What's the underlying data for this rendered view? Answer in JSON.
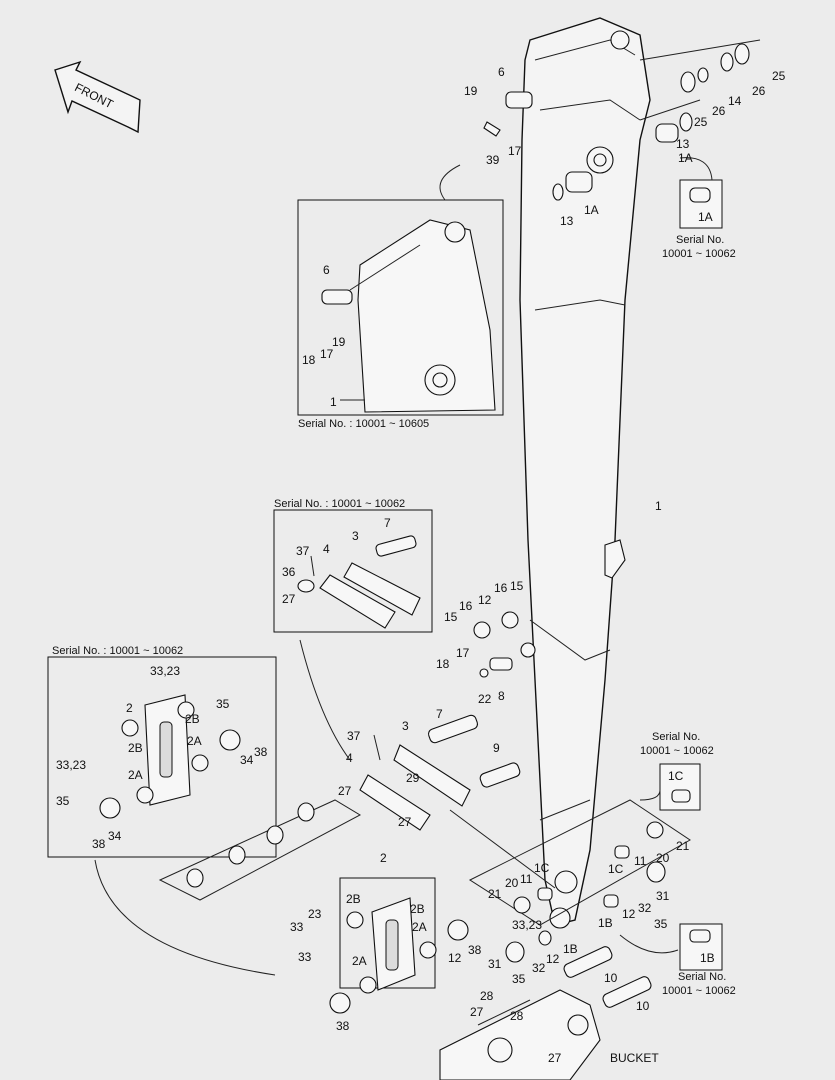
{
  "front_label": "FRONT",
  "bucket_label": "BUCKET",
  "serial_notes": {
    "top_detail": "Serial No. : 10001 ~ 10605",
    "link_detail": "Serial No. : 10001 ~ 10062",
    "left_detail": "Serial No. : 10001 ~ 10062",
    "badge_1A_line1": "Serial No.",
    "badge_1A_line2": "10001 ~ 10062",
    "badge_1C_line1": "Serial No.",
    "badge_1C_line2": "10001 ~ 10062",
    "badge_1B_line1": "Serial No.",
    "badge_1B_line2": "10001 ~ 10062"
  },
  "badges": {
    "b1A": "1A",
    "b1C": "1C",
    "b1B": "1B"
  },
  "callouts": {
    "c1": "1",
    "c1_detail": "1",
    "c1A_a": "1A",
    "c1A_b": "1A",
    "c1B": "1B",
    "c1B_b": "1B",
    "c1C_a": "1C",
    "c1C_b": "1C",
    "c2": "2",
    "c2_left": "2",
    "c2A": "2A",
    "c2A_b": "2A",
    "c2A_l": "2A",
    "c2A_l2": "2A",
    "c2B": "2B",
    "c2B_b": "2B",
    "c2B_l": "2B",
    "c2B_l2": "2B",
    "c3": "3",
    "c3_link": "3",
    "c4": "4",
    "c4_link": "4",
    "c6": "6",
    "c6_detail": "6",
    "c7": "7",
    "c7_link": "7",
    "c8": "8",
    "c9": "9",
    "c10a": "10",
    "c10b": "10",
    "c11a": "11",
    "c11b": "11",
    "c12a": "12",
    "c12b": "12",
    "c12c": "12",
    "c12d": "12",
    "c13a": "13",
    "c13b": "13",
    "c14": "14",
    "c15": "15",
    "c15b": "15",
    "c16": "16",
    "c16b": "16",
    "c17": "17",
    "c17_detail": "17",
    "c17b": "17",
    "c18": "18",
    "c18_detail": "18",
    "c19": "19",
    "c19_detail": "19",
    "c20a": "20",
    "c20b": "20",
    "c21a": "21",
    "c21b": "21",
    "c22": "22",
    "c23": "23",
    "c25a": "25",
    "c25b": "25",
    "c26a": "26",
    "c26b": "26",
    "c27a": "27",
    "c27b": "27",
    "c27c": "27",
    "c27d": "27",
    "c27e": "27",
    "c28a": "28",
    "c28b": "28",
    "c29": "29",
    "c31a": "31",
    "c31b": "31",
    "c32a": "32",
    "c32b": "32",
    "c33": "33",
    "c33b": "33",
    "c33_23a": "33,23",
    "c33_23b": "33,23",
    "c33_23c": "33,23",
    "c34": "34",
    "c34b": "34",
    "c35a": "35",
    "c35b": "35",
    "c35c": "35",
    "c35d": "35",
    "c36": "36",
    "c37": "37",
    "c37b": "37",
    "c38a": "38",
    "c38b": "38",
    "c38c": "38",
    "c38d": "38",
    "c39": "39"
  }
}
